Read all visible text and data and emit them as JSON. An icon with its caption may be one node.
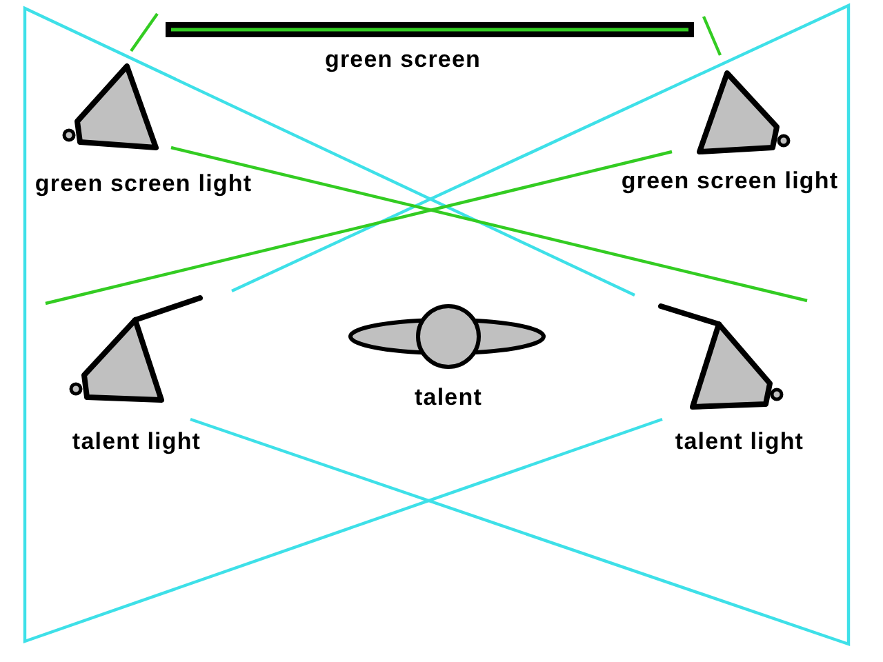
{
  "diagram": {
    "labels": [
      "green screen",
      "green screen light",
      "green screen light",
      "talent",
      "talent light",
      "talent light"
    ]
  }
}
